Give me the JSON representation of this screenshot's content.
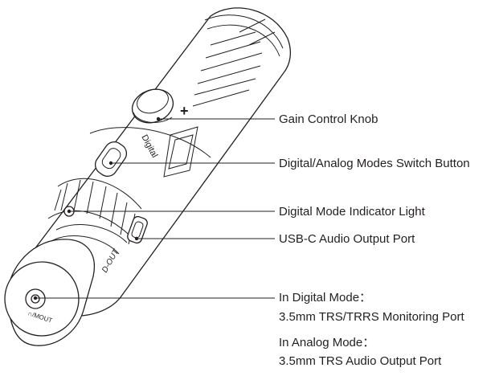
{
  "labels": {
    "gain_knob": "Gain Control Knob",
    "mode_switch": "Digital/Analog Modes Switch Button",
    "indicator": "Digital Mode Indicator Light",
    "usbc": "USB-C Audio Output Port",
    "digital_mode_title": "In Digital Mode：",
    "digital_mode_desc": "3.5mm TRS/TRRS Monitoring Port",
    "analog_mode_title": "In Analog Mode：",
    "analog_mode_desc": "3.5mm TRS Audio Output Port"
  },
  "device_markings": {
    "plus": "+",
    "digital": "Digital",
    "d_out": "D-OUT",
    "jack": "∩/MOUT"
  },
  "colors": {
    "line": "#231f20",
    "text": "#231f20",
    "background": "#ffffff"
  }
}
